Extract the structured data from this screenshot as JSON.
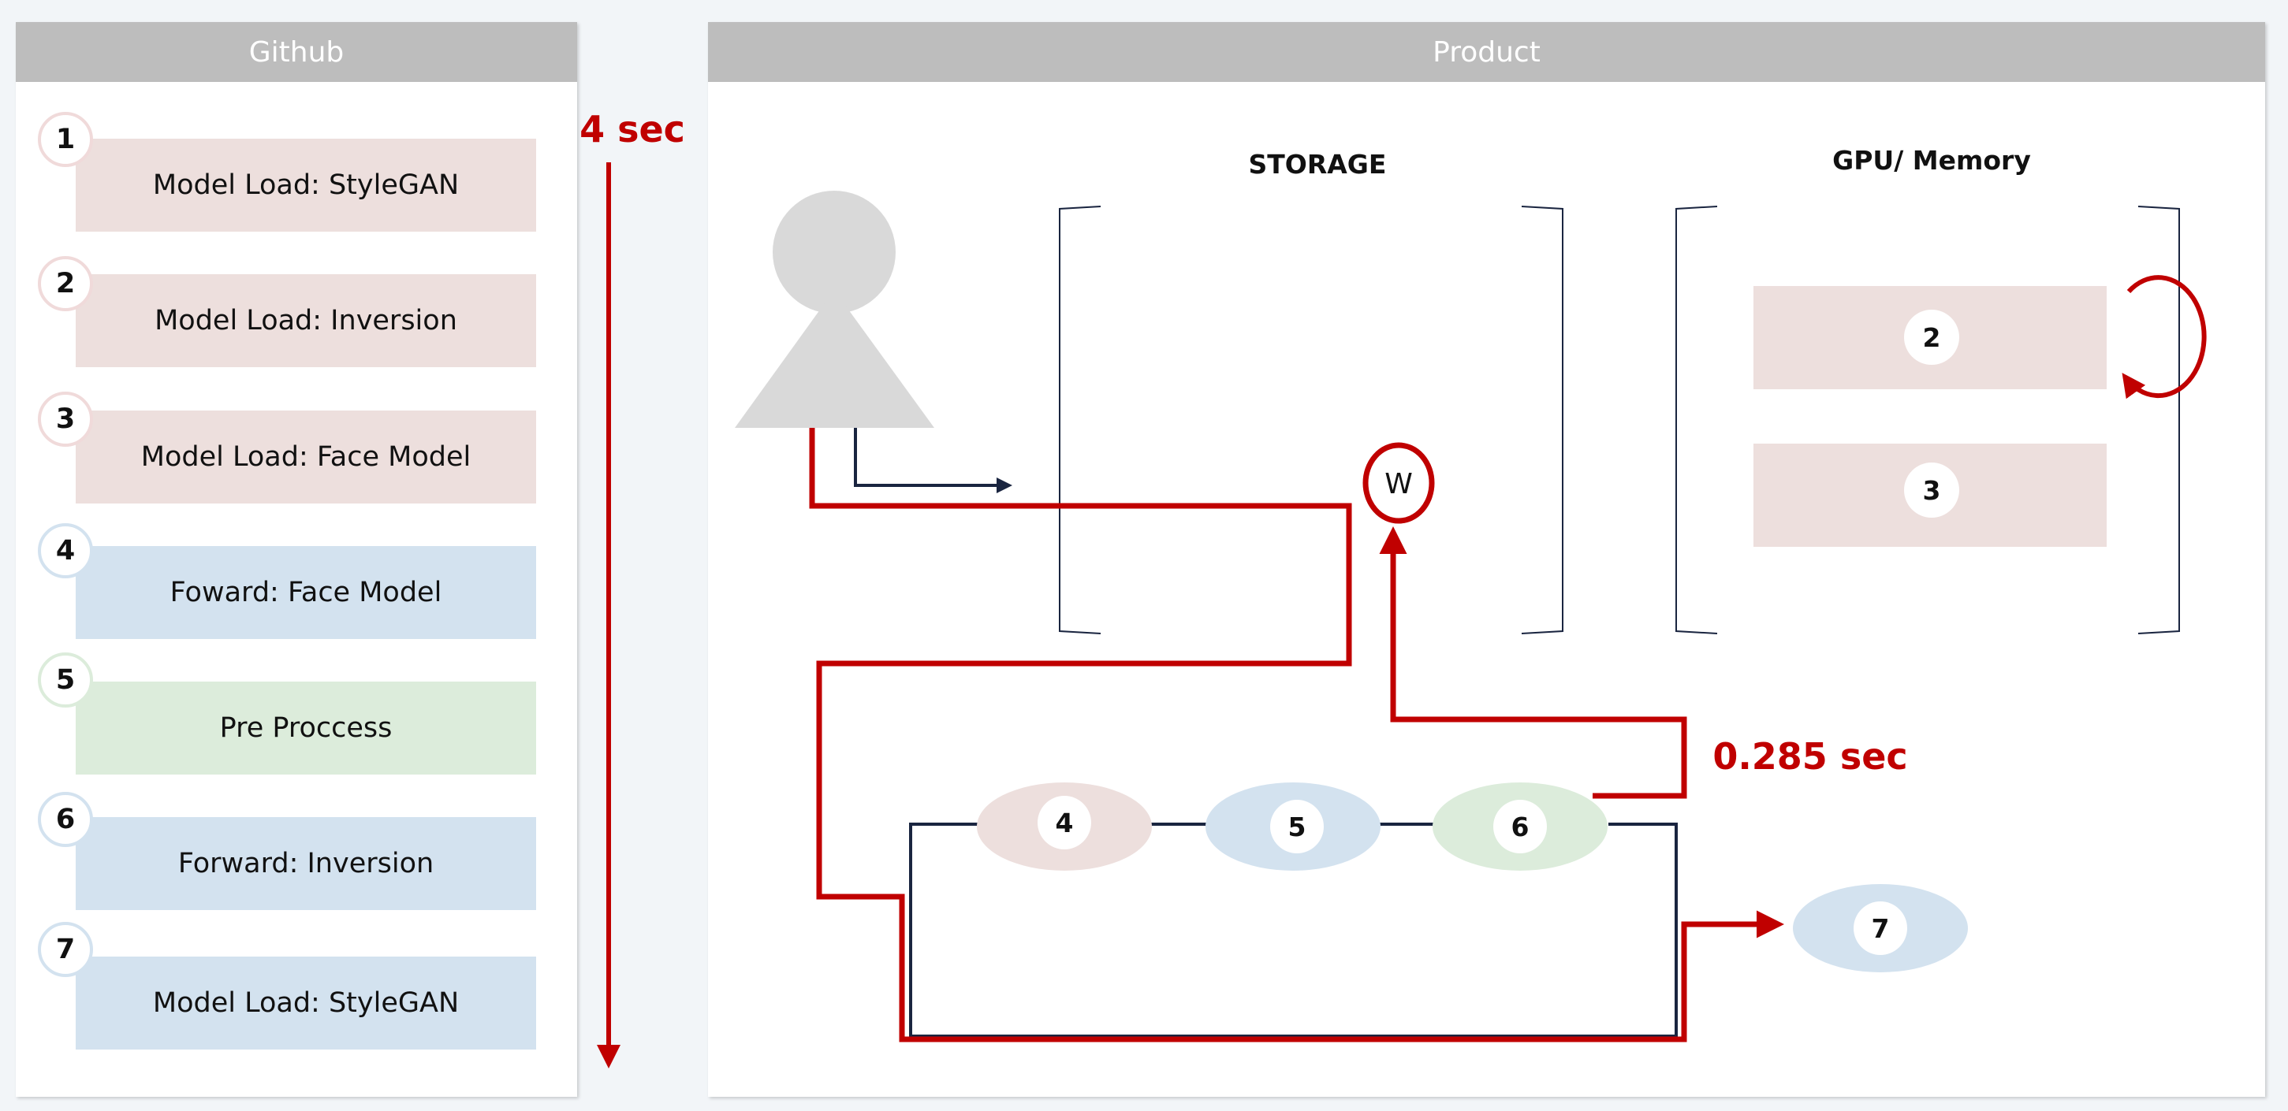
{
  "github": {
    "title": "Github",
    "duration": "4 sec",
    "steps": [
      {
        "num": "1",
        "label": "Model Load: StyleGAN",
        "color": "#eddfdd"
      },
      {
        "num": "2",
        "label": "Model Load: Inversion",
        "color": "#eddfdd"
      },
      {
        "num": "3",
        "label": "Model Load: Face Model",
        "color": "#eddfdd"
      },
      {
        "num": "4",
        "label": "Foward: Face Model",
        "color": "#d3e2ef"
      },
      {
        "num": "5",
        "label": "Pre Proccess",
        "color": "#dcecdb"
      },
      {
        "num": "6",
        "label": "Forward: Inversion",
        "color": "#d3e2ef"
      },
      {
        "num": "7",
        "label": "Model Load: StyleGAN",
        "color": "#d3e2ef"
      }
    ]
  },
  "product": {
    "title": "Product",
    "storage_label": "STORAGE",
    "gpu_label": "GPU/ Memory",
    "w_label": "W",
    "duration": "0.285 sec",
    "gpu_items": [
      "2",
      "3"
    ],
    "pipeline": [
      "4",
      "5",
      "6"
    ],
    "output": "7"
  },
  "colors": {
    "accent_red": "#c00000",
    "dark_navy": "#1a2540",
    "pink": "#eddfdd",
    "blue": "#d3e2ef",
    "green": "#dcecdb",
    "header_gray": "#bdbdbd"
  }
}
